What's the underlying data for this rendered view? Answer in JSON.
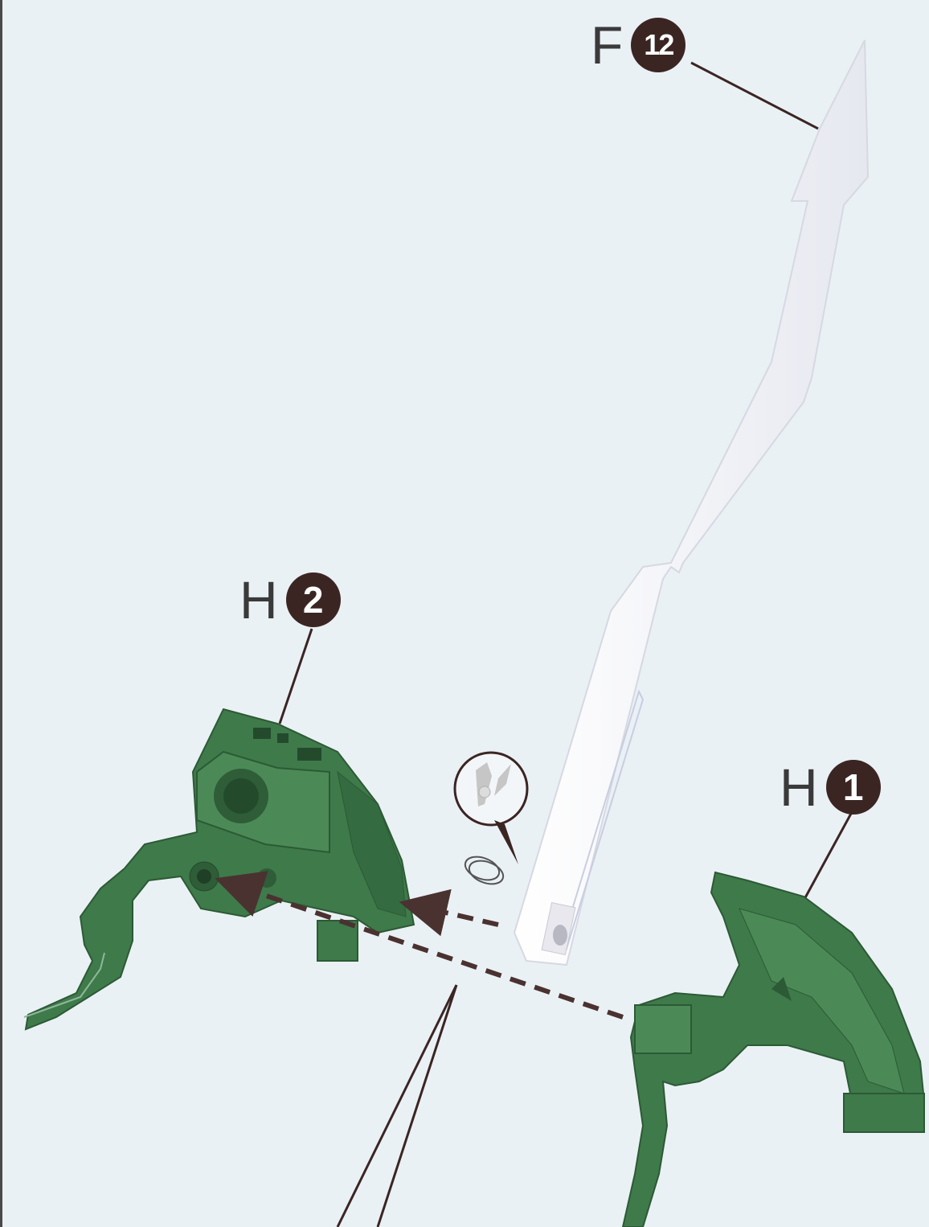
{
  "labels": {
    "f12": {
      "letter": "F",
      "number": "12"
    },
    "h2": {
      "letter": "H",
      "number": "2"
    },
    "h1": {
      "letter": "H",
      "number": "1"
    }
  },
  "icons": {
    "nipper": "nipper-cut-icon",
    "ring": "polycap-ring-icon"
  },
  "colors": {
    "background": "#eaf1f5",
    "green_part": "#3f7a4a",
    "white_part": "#f4f4f8",
    "callout_badge": "#3b2523",
    "arrow": "#4a3230"
  }
}
